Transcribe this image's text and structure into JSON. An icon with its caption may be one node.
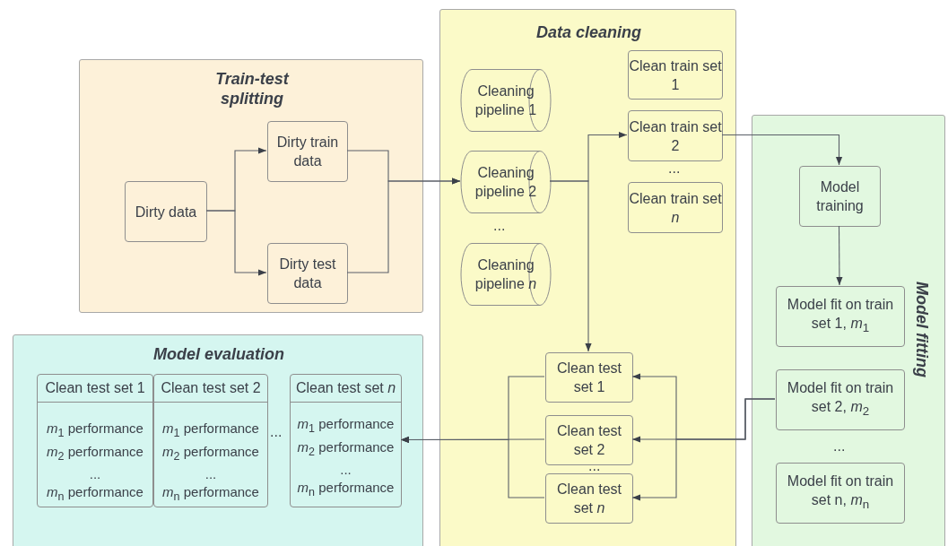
{
  "diagram": {
    "nodes": [
      {
        "text": [
          "Train-test splitting"
        ]
      },
      {
        "text": [
          "Dirty data"
        ],
        "in": 0
      },
      {
        "text": [
          "Dirty train data"
        ],
        "in": 0
      },
      {
        "text": [
          "Dirty test data"
        ],
        "in": 0
      },
      {
        "text": [
          "Data cleaning"
        ]
      },
      {
        "text": [
          "Cleaning pipeline 1"
        ],
        "in": 4
      },
      {
        "text": [
          "Cleaning pipeline 2"
        ],
        "in": 4
      },
      {
        "text": [
          "Cleaning pipeline *n*"
        ],
        "in": 4
      },
      {
        "text": [
          "Clean train set 1"
        ],
        "in": 4
      },
      {
        "text": [
          "Clean train set 2"
        ],
        "in": 4
      },
      {
        "text": [
          "Clean train set *n*"
        ],
        "in": 4
      },
      {
        "text": [
          "Clean test set 1"
        ],
        "in": 4
      },
      {
        "text": [
          "Clean test set 2"
        ],
        "in": 4
      },
      {
        "text": [
          "Clean test set *n*"
        ],
        "in": 4
      },
      {
        "text": [
          "Model fitting"
        ]
      },
      {
        "text": [
          "Model training"
        ],
        "in": 14
      },
      {
        "text": [
          "Model fit on train set 1, *m*$_{1}$"
        ],
        "in": 14
      },
      {
        "text": [
          "Model fit on train set 2, *m*$_{2}$"
        ],
        "in": 14
      },
      {
        "text": [
          "Model fit on train set n, *m*$_{n}$"
        ],
        "in": 14
      },
      {
        "text": [
          "Model evaluation"
        ]
      },
      {
        "text": [
          "Clean test set 1",
          "*m*$_{1}$ performance",
          "*m*$_{2}$ performance",
          "...",
          "*m*$_{n}$ performance"
        ],
        "in": 19
      },
      {
        "text": [
          "Clean test set 2",
          "*m*$_{1}$ performance",
          "*m*$_{2}$ performance",
          "...",
          "*m*$_{n}$ performance"
        ],
        "in": 19
      },
      {
        "text": [
          "Clean test set *n*",
          "*m*$_{1}$ performance",
          "*m*$_{2}$ performance",
          "...",
          "*m*$_{n}$ performance"
        ],
        "in": 19
      }
    ],
    "edges": [
      {
        "from": 1,
        "to": 2,
        "arrow": "to"
      },
      {
        "from": 1,
        "to": 3,
        "arrow": "to"
      },
      {
        "from": 2,
        "to": 6,
        "arrow": "to"
      },
      {
        "from": 3,
        "to": 6,
        "arrow": "to"
      },
      {
        "from": 6,
        "to": 9,
        "arrow": "to"
      },
      {
        "from": 6,
        "to": 11,
        "arrow": "to"
      },
      {
        "from": 9,
        "to": 15,
        "arrow": "to"
      },
      {
        "from": 15,
        "to": 16,
        "arrow": "to"
      },
      {
        "from": 17,
        "to": 11,
        "arrow": "to"
      },
      {
        "from": 17,
        "to": 12,
        "arrow": "to"
      },
      {
        "from": 17,
        "to": 13,
        "arrow": "to"
      },
      {
        "from": 11,
        "to": 22,
        "arrow": "to"
      },
      {
        "from": 12,
        "to": 22,
        "arrow": "to"
      },
      {
        "from": 13,
        "to": 22,
        "arrow": "to"
      }
    ],
    "labels": [
      "...",
      "...",
      "...",
      "...",
      "..."
    ]
  }
}
